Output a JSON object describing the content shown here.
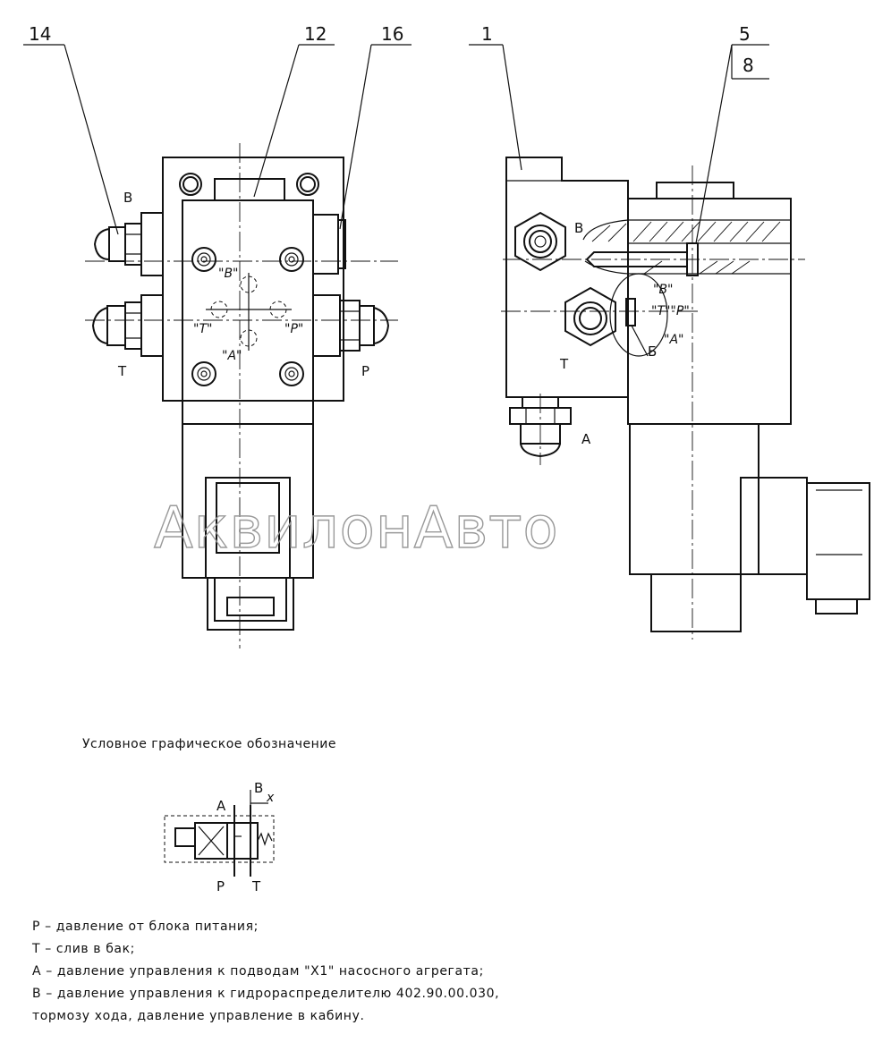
{
  "callouts": {
    "c14": "14",
    "c12": "12",
    "c16": "16",
    "c1": "1",
    "c5": "5",
    "c8": "8"
  },
  "front_view": {
    "port_B": "B",
    "port_T": "T",
    "port_P": "P",
    "mark_B": "\"B\"",
    "mark_T": "\"T\"",
    "mark_P": "\"P\"",
    "mark_A": "\"A\""
  },
  "side_view": {
    "port_B": "B",
    "port_T": "T",
    "port_A": "A",
    "mark_B": "\"B\"",
    "mark_TP": "\"T\"\"P\"",
    "mark_A": "\"A\"",
    "section_B": "Б"
  },
  "watermark": "АквилонАвто",
  "symbol": {
    "title": "Условное графическое обозначение",
    "A": "A",
    "Bx": "B",
    "x": "x",
    "P": "P",
    "T": "T"
  },
  "legend": [
    "P – давление от блока питания;",
    "T – слив в бак;",
    "A – давление управления к подводам \"X1\" насосного агрегата;",
    "B – давление управления к гидрораспределителю 402.90.00.030,",
    "тормозу хода, давление управление в кабину."
  ]
}
